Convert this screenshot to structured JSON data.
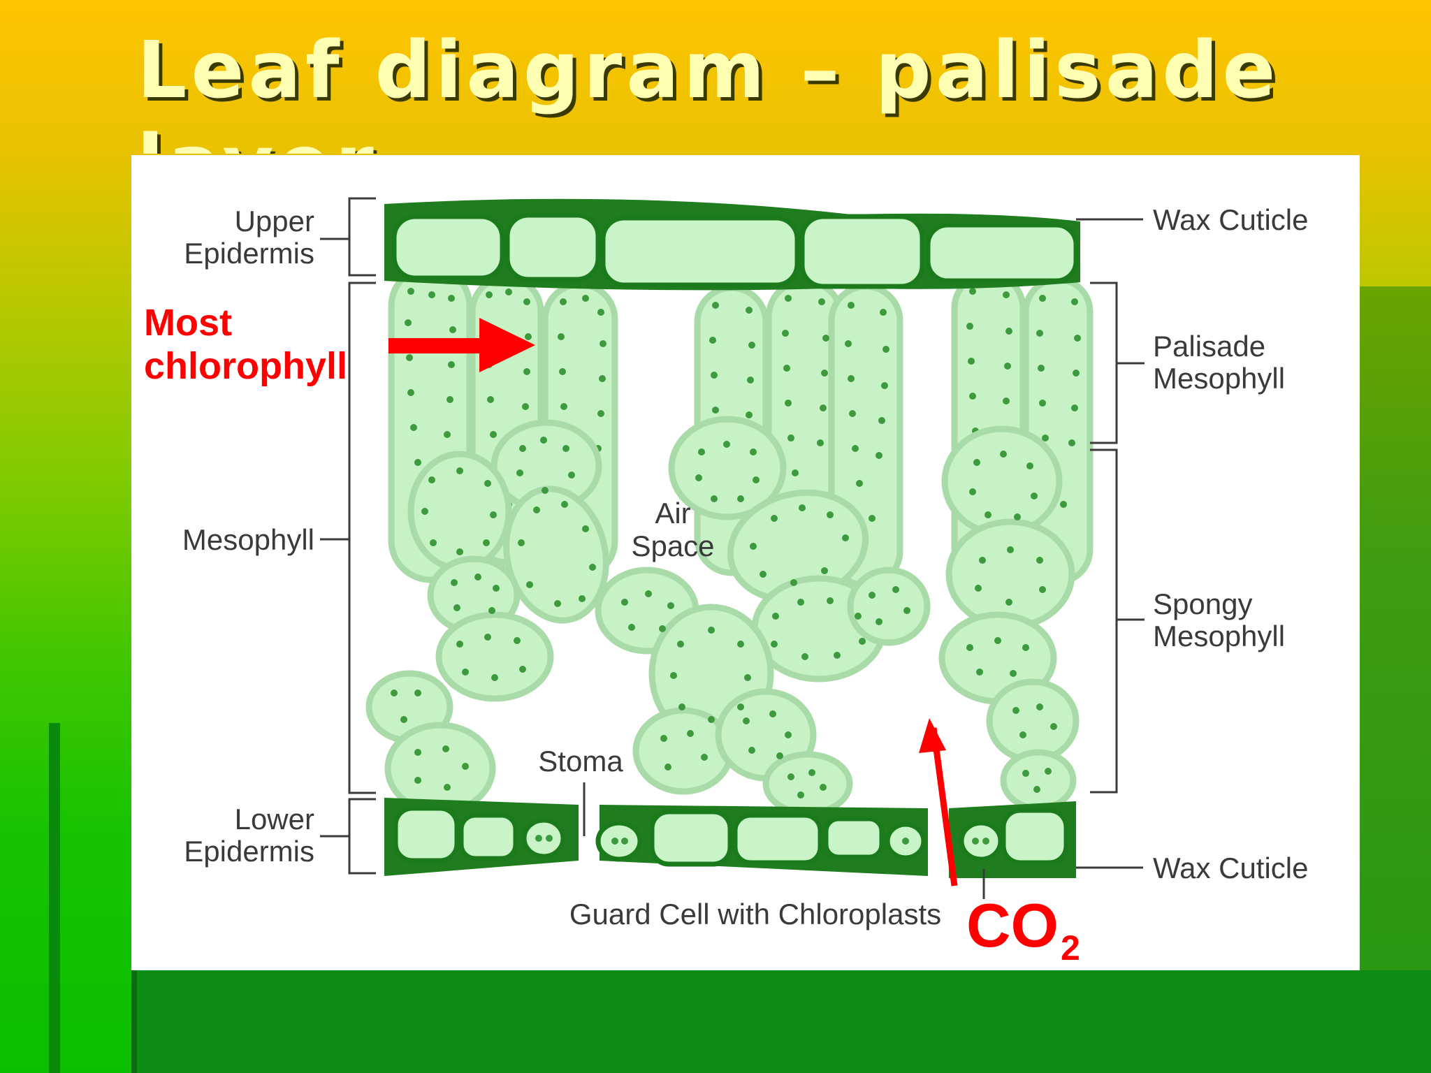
{
  "slide": {
    "title": "Leaf diagram – palisade layer",
    "colors": {
      "title": "#ffffb4",
      "highlight": "#ff0000",
      "cell_fill": "#c6f2c6",
      "cell_border": "#9ed39e",
      "epidermis_border": "#1b7a1b"
    }
  },
  "diagram": {
    "labels": {
      "upper_epidermis": [
        "Upper",
        "Epidermis"
      ],
      "mesophyll": "Mesophyll",
      "lower_epidermis": [
        "Lower",
        "Epidermis"
      ],
      "wax_cuticle_top": "Wax Cuticle",
      "palisade_mesophyll": [
        "Palisade",
        "Mesophyll"
      ],
      "spongy_mesophyll": [
        "Spongy",
        "Mesophyll"
      ],
      "wax_cuticle_bottom": "Wax Cuticle",
      "air_space": [
        "Air",
        "Space"
      ],
      "stoma": "Stoma",
      "guard_cell": "Guard Cell with Chloroplasts"
    },
    "annotations": {
      "most_chlorophyll": [
        "Most",
        "chlorophyll"
      ],
      "co2": "CO",
      "co2_subscript": "2"
    }
  }
}
